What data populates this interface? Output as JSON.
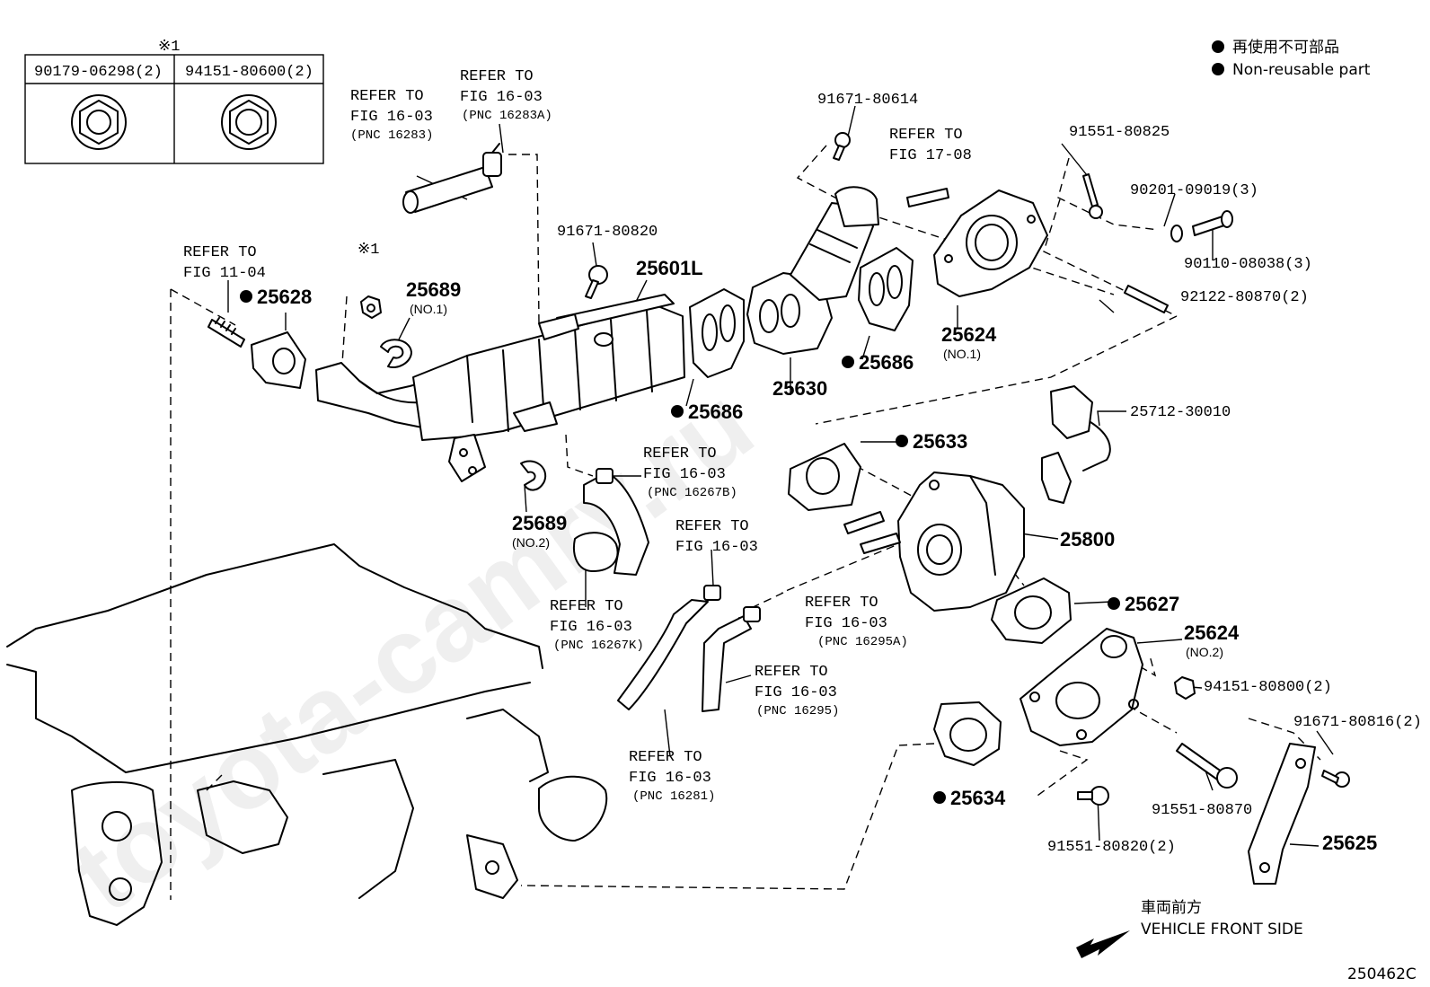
{
  "legend": {
    "nonreusable_jp": "再使用不可部品",
    "nonreusable_en": "Non-reusable part"
  },
  "kit_box": {
    "mark": "※1",
    "col1": "90179-06298(2)",
    "col2": "94151-80600(2)"
  },
  "refer": {
    "r1": {
      "l1": "REFER TO",
      "l2": "FIG 16-03",
      "l3": "(PNC 16283)"
    },
    "r2": {
      "l1": "REFER TO",
      "l2": "FIG 16-03",
      "l3": "(PNC 16283A)"
    },
    "r3": {
      "l1": "REFER TO",
      "l2": "FIG 11-04"
    },
    "r4": {
      "l1": "REFER TO",
      "l2": "FIG 17-08"
    },
    "r5": {
      "l1": "REFER TO",
      "l2": "FIG 16-03",
      "l3": "(PNC 16267B)"
    },
    "r6": {
      "l1": "REFER TO",
      "l2": "FIG 16-03"
    },
    "r7": {
      "l1": "REFER TO",
      "l2": "FIG 16-03",
      "l3": "(PNC 16267K)"
    },
    "r8": {
      "l1": "REFER TO",
      "l2": "FIG 16-03",
      "l3": "(PNC 16295A)"
    },
    "r9": {
      "l1": "REFER TO",
      "l2": "FIG 16-03",
      "l3": "(PNC 16295)"
    },
    "r10": {
      "l1": "REFER TO",
      "l2": "FIG 16-03",
      "l3": "(PNC 16281)"
    }
  },
  "parts": {
    "p91671_80614": "91671-80614",
    "p91551_80825": "91551-80825",
    "p90201": "90201-09019(3)",
    "p90110": "90110-08038(3)",
    "p92122": "92122-80870(2)",
    "p91671_80820": "91671-80820",
    "p25601L": "25601L",
    "p25628": "25628",
    "p25689_mark": "※1",
    "p25689a": "25689",
    "p25689a_sub": "(NO.1)",
    "p25689b": "25689",
    "p25689b_sub": "(NO.2)",
    "p25686a": "25686",
    "p25686b": "25686",
    "p25630": "25630",
    "p25624a": "25624",
    "p25624a_sub": "(NO.1)",
    "p25712": "25712-30010",
    "p25633": "25633",
    "p25800": "25800",
    "p25627": "25627",
    "p25624b": "25624",
    "p25624b_sub": "(NO.2)",
    "p94151_80800": "94151-80800(2)",
    "p91671_80816": "91671-80816(2)",
    "p25634": "25634",
    "p91551_80870": "91551-80870",
    "p25625": "25625",
    "p91551_80820": "91551-80820(2)"
  },
  "direction": {
    "jp": "車両前方",
    "en": "VEHICLE FRONT SIDE"
  },
  "figure_id": "250462C",
  "watermark": "toyota-camry.ru"
}
